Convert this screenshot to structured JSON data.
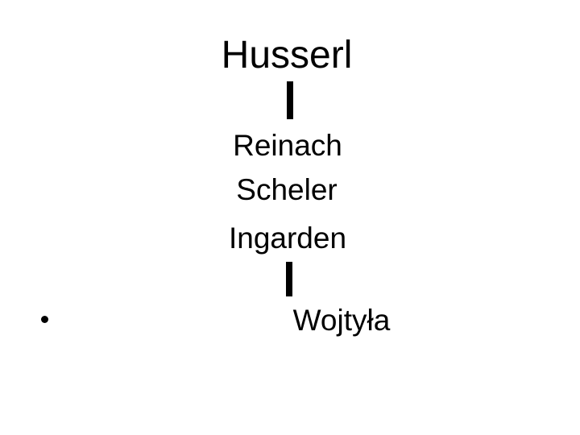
{
  "slide": {
    "background_color": "#ffffff",
    "text_color": "#000000",
    "title": "Husserl",
    "lineage": {
      "names": [
        "Reinach",
        "Scheler",
        "Ingarden"
      ]
    },
    "connectors": {
      "top_line": "vertical-line-from-husserl",
      "bottom_line": "vertical-line-from-ingarden"
    },
    "bullet_item": {
      "marker": "•",
      "label": "Wojtyła"
    }
  }
}
